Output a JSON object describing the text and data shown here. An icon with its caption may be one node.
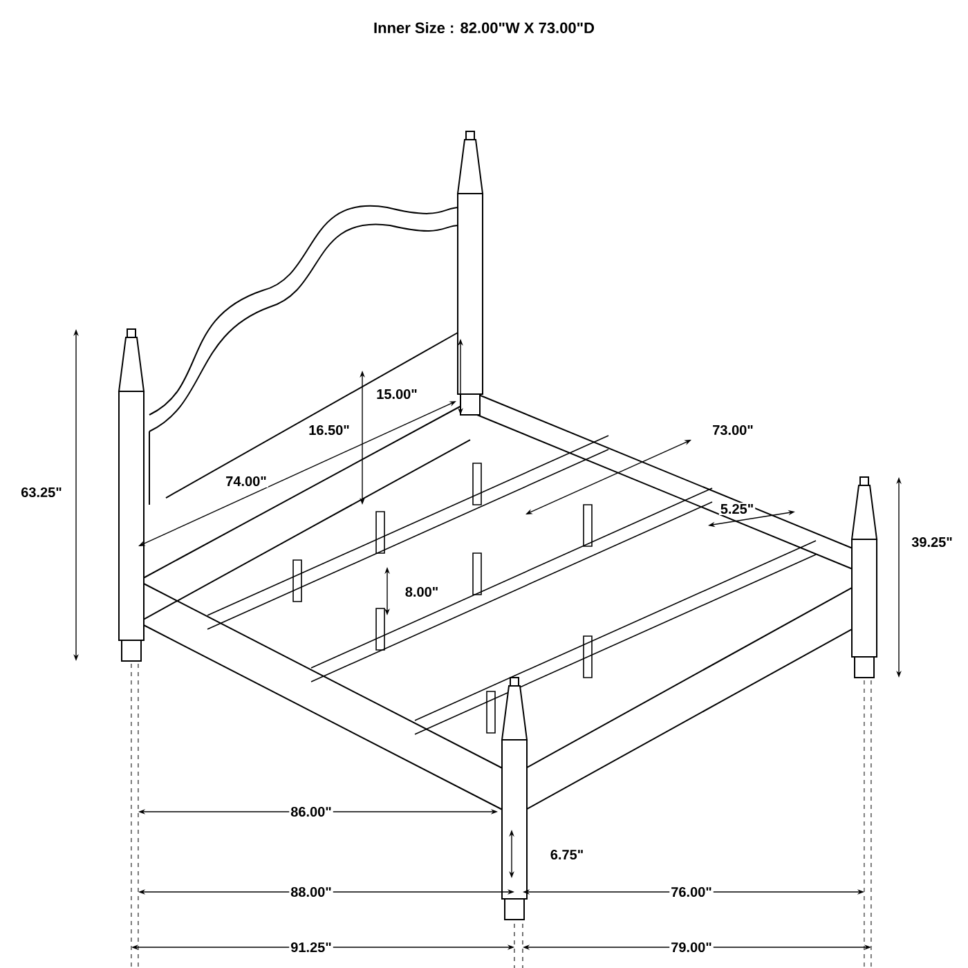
{
  "diagram": {
    "title": "Inner Size : 82.00\"W X 73.00\"D",
    "labels": [
      "15.00\"",
      "16.50\"",
      "73.00\"",
      "74.00\"",
      "63.25\"",
      "5.25\"",
      "39.25\"",
      "8.00\"",
      "86.00\"",
      "6.75\"",
      "88.00\"",
      "76.00\"",
      "91.25\"",
      "79.00\""
    ]
  }
}
